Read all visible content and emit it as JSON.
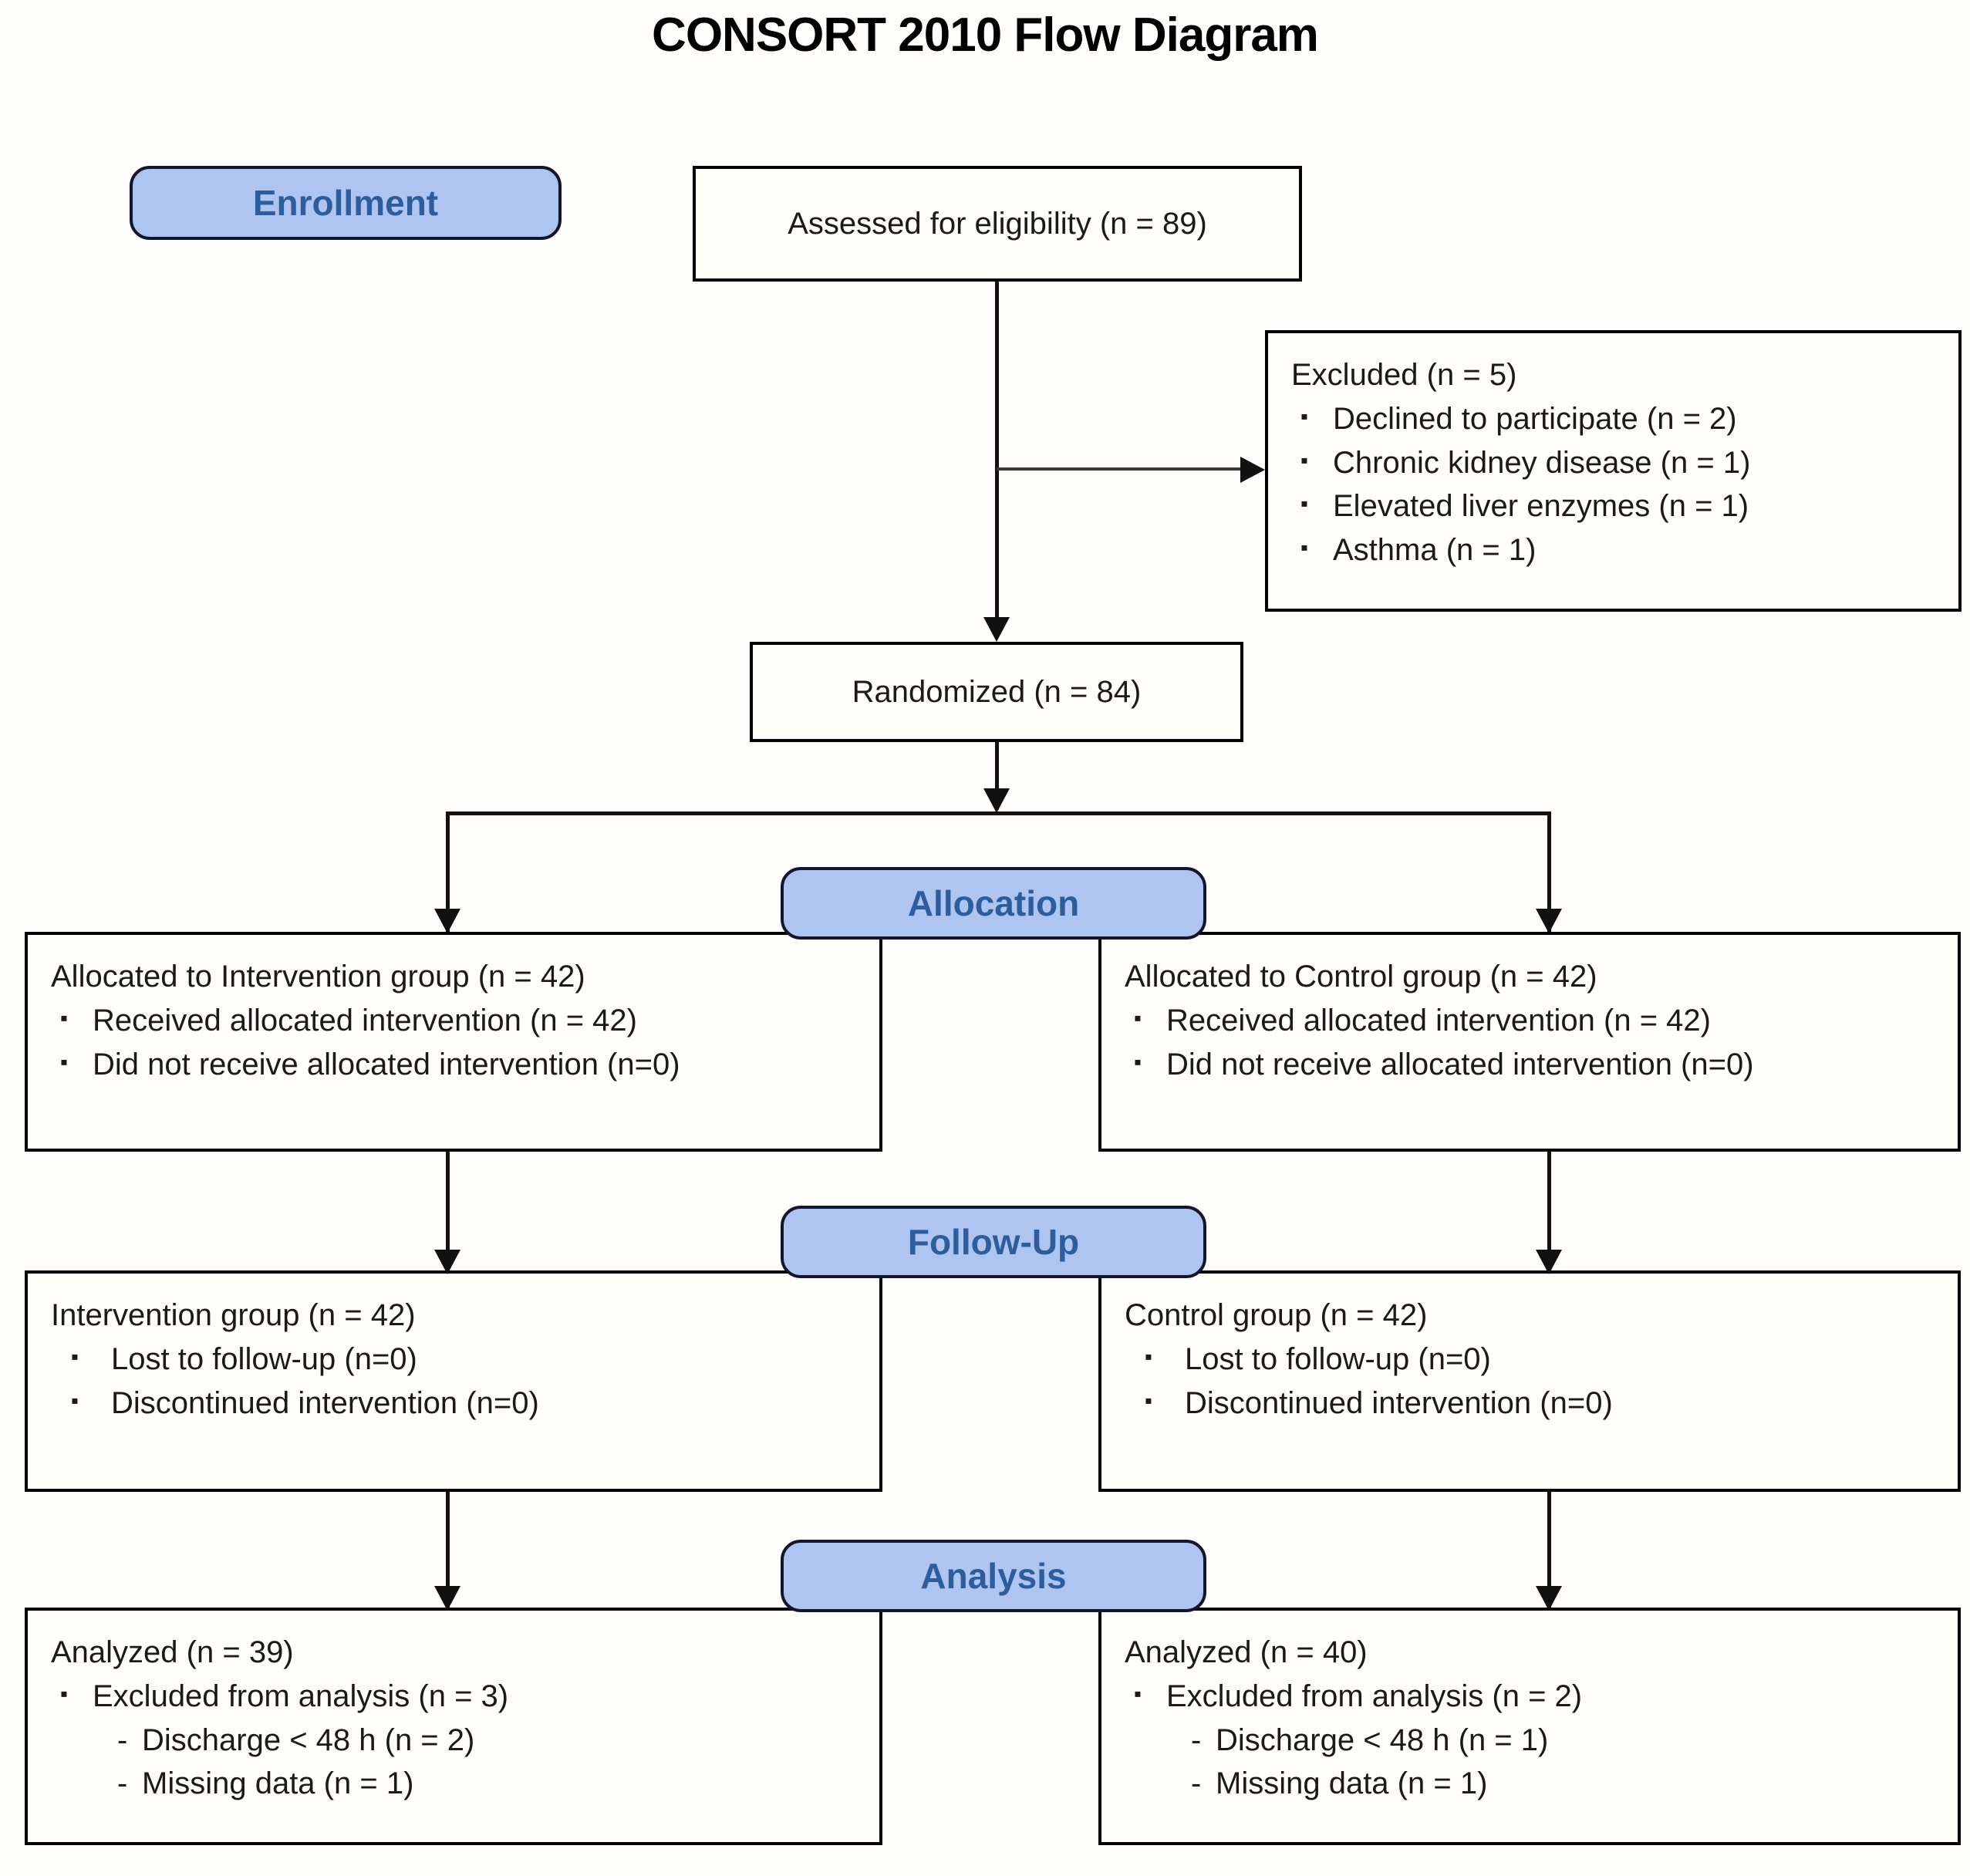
{
  "title": "CONSORT 2010 Flow Diagram",
  "stages": {
    "enrollment": "Enrollment",
    "allocation": "Allocation",
    "followup": "Follow-Up",
    "analysis": "Analysis"
  },
  "colors": {
    "pill_fill": "#aec5f2",
    "pill_text": "#2e5d9c",
    "pill_border": "#13172b",
    "box_border": "#000000",
    "box_fill": "#fffefb",
    "connector": "#111111",
    "text": "#1a1a1a"
  },
  "boxes": {
    "assessed": {
      "head": "Assessed for eligibility (n = 89)"
    },
    "excluded": {
      "head": "Excluded (n = 5)",
      "bullets": [
        "Declined  to participate  (n = 2)",
        "Chronic  kidney disease (n = 1)",
        "Elevated  liver  enzymes (n = 1)",
        "Asthma (n = 1)"
      ]
    },
    "randomized": {
      "head": "Randomized  (n = 84)"
    },
    "alloc_left": {
      "head": "Allocated to Intervention  group (n = 42)",
      "bullets": [
        "Received  allocated intervention  (n = 42)",
        "Did not receive  allocated intervention  (n=0)"
      ]
    },
    "alloc_right": {
      "head": "Allocated to Control group  (n = 42)",
      "bullets": [
        "Received  allocated intervention  (n = 42)",
        "Did not receive  allocated intervention  (n=0)"
      ]
    },
    "follow_left": {
      "head": "Intervention  group (n = 42)",
      "bullets": [
        "Lost to follow-up  (n=0)",
        "Discontinued intervention  (n=0)"
      ]
    },
    "follow_right": {
      "head": "Control group  (n = 42)",
      "bullets": [
        "Lost to follow-up  (n=0)",
        "Discontinued intervention  (n=0)"
      ]
    },
    "analysis_left": {
      "head": "Analyzed  (n = 39)",
      "bullets": [
        "Excluded from analysis (n = 3)"
      ],
      "subitems": [
        "Discharge  < 48 h (n = 2)",
        "Missing data (n = 1)"
      ]
    },
    "analysis_right": {
      "head": "Analyzed  (n = 40)",
      "bullets": [
        "Excluded from analysis (n = 2)"
      ],
      "subitems": [
        "Discharge  < 48 h (n = 1)",
        "Missing data (n = 1)"
      ]
    }
  },
  "chart_data": {
    "type": "diagram",
    "diagram_kind": "CONSORT participant flow",
    "nodes": [
      {
        "id": "assessed",
        "stage": "Enrollment",
        "label": "Assessed for eligibility",
        "n": 89
      },
      {
        "id": "excluded",
        "stage": "Enrollment",
        "label": "Excluded",
        "n": 5,
        "reasons": [
          {
            "label": "Declined to participate",
            "n": 2
          },
          {
            "label": "Chronic kidney disease",
            "n": 1
          },
          {
            "label": "Elevated liver enzymes",
            "n": 1
          },
          {
            "label": "Asthma",
            "n": 1
          }
        ]
      },
      {
        "id": "randomized",
        "stage": "Enrollment",
        "label": "Randomized",
        "n": 84
      },
      {
        "id": "alloc_left",
        "stage": "Allocation",
        "label": "Allocated to Intervention group",
        "n": 42,
        "details": [
          {
            "label": "Received allocated intervention",
            "n": 42
          },
          {
            "label": "Did not receive allocated intervention",
            "n": 0
          }
        ]
      },
      {
        "id": "alloc_right",
        "stage": "Allocation",
        "label": "Allocated to Control group",
        "n": 42,
        "details": [
          {
            "label": "Received allocated intervention",
            "n": 42
          },
          {
            "label": "Did not receive allocated intervention",
            "n": 0
          }
        ]
      },
      {
        "id": "follow_left",
        "stage": "Follow-Up",
        "label": "Intervention group",
        "n": 42,
        "details": [
          {
            "label": "Lost to follow-up",
            "n": 0
          },
          {
            "label": "Discontinued intervention",
            "n": 0
          }
        ]
      },
      {
        "id": "follow_right",
        "stage": "Follow-Up",
        "label": "Control group",
        "n": 42,
        "details": [
          {
            "label": "Lost to follow-up",
            "n": 0
          },
          {
            "label": "Discontinued intervention",
            "n": 0
          }
        ]
      },
      {
        "id": "analysis_left",
        "stage": "Analysis",
        "label": "Analyzed",
        "n": 39,
        "details": [
          {
            "label": "Excluded from analysis",
            "n": 3,
            "children": [
              {
                "label": "Discharge < 48 h",
                "n": 2
              },
              {
                "label": "Missing data",
                "n": 1
              }
            ]
          }
        ]
      },
      {
        "id": "analysis_right",
        "stage": "Analysis",
        "label": "Analyzed",
        "n": 40,
        "details": [
          {
            "label": "Excluded from analysis",
            "n": 2,
            "children": [
              {
                "label": "Discharge < 48 h",
                "n": 1
              },
              {
                "label": "Missing data",
                "n": 1
              }
            ]
          }
        ]
      }
    ],
    "edges": [
      {
        "from": "assessed",
        "to": "excluded"
      },
      {
        "from": "assessed",
        "to": "randomized"
      },
      {
        "from": "randomized",
        "to": "alloc_left"
      },
      {
        "from": "randomized",
        "to": "alloc_right"
      },
      {
        "from": "alloc_left",
        "to": "follow_left"
      },
      {
        "from": "alloc_right",
        "to": "follow_right"
      },
      {
        "from": "follow_left",
        "to": "analysis_left"
      },
      {
        "from": "follow_right",
        "to": "analysis_right"
      }
    ]
  }
}
